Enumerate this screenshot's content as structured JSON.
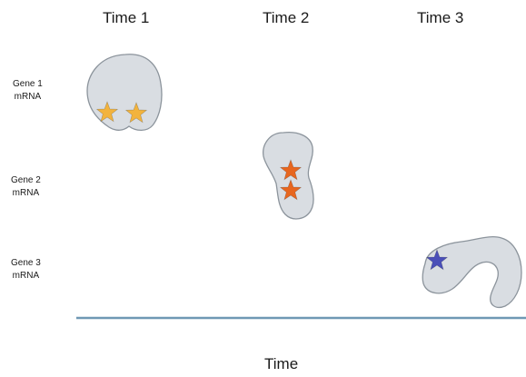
{
  "headers": [
    "Time 1",
    "Time 2",
    "Time 3"
  ],
  "rows": [
    {
      "label_line1": "Gene 1",
      "label_line2": "mRNA"
    },
    {
      "label_line1": "Gene 2",
      "label_line2": "mRNA"
    },
    {
      "label_line1": "Gene 3",
      "label_line2": "mRNA"
    }
  ],
  "axis_title": "Time",
  "colors": {
    "embryo_fill": "#d9dde2",
    "embryo_stroke": "#8c949c",
    "gene1_star": "#f2b33d",
    "gene2_star": "#e7661f",
    "gene3_star": "#4a4fb8",
    "axis_line": "#6f98b4"
  }
}
